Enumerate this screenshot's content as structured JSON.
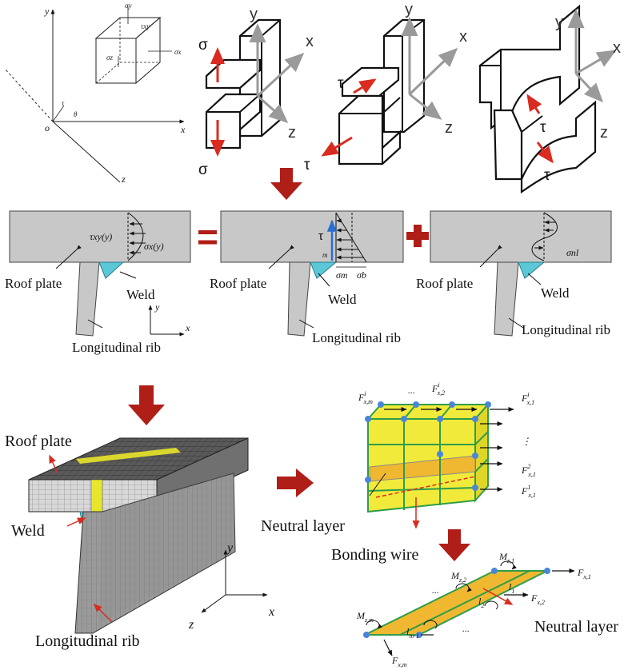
{
  "colors": {
    "plate_gray": "#c8c8c8",
    "weld_cyan": "#5bc8d8",
    "arrow_red": "#d92b1f",
    "big_arrow_red": "#b01e18",
    "axis_gray": "#9a9a9a",
    "mesh_yellow": "#f2ea3a",
    "layer_orange": "#f0b830",
    "mesh_green": "#2f9d4a",
    "node_blue": "#4a86d8"
  },
  "top_row": {
    "coord_axes": {
      "y": "y",
      "x": "x",
      "z": "z",
      "o": "o",
      "tau": "τ",
      "theta": "θ"
    },
    "cube_labels": {
      "sigma_y": "σy",
      "tau_xy": "τxy",
      "sigma_x": "σx",
      "sigma_z": "σz"
    },
    "mode1": {
      "sigma_top": "σ",
      "sigma_bottom": "σ",
      "y": "y",
      "x": "x",
      "z": "z"
    },
    "mode2": {
      "tau_top": "τ",
      "tau_bottom": "τ",
      "y": "y",
      "x": "x",
      "z": "z"
    },
    "mode3": {
      "tau_top": "τ",
      "tau_bottom": "τ",
      "y": "y",
      "x": "x",
      "z": "z"
    }
  },
  "middle_row": {
    "panel1": {
      "roof": "Roof plate",
      "weld": "Weld",
      "rib": "Longitudinal rib",
      "tau_xy": "τxy(y)",
      "sigma_x": "σx(y)",
      "axis_y": "y",
      "axis_x": "x"
    },
    "equals": "=",
    "panel2": {
      "roof": "Roof plate",
      "weld": "Weld",
      "rib": "Longitudinal rib",
      "tau": "τ",
      "m": "m",
      "sigma_m": "σm",
      "sigma_b": "σb"
    },
    "plus": "+",
    "panel3": {
      "roof": "Roof plate",
      "weld": "Weld",
      "rib": "Longitudinal rib",
      "sigma_nl": "σnl"
    }
  },
  "bottom_row": {
    "fe_model": {
      "roof": "Roof plate",
      "weld": "Weld",
      "rib": "Longitudinal rib",
      "axis_y": "y",
      "axis_x": "x",
      "axis_z": "z"
    },
    "block": {
      "neutral_layer": "Neutral layer",
      "bonding_wire": "Bonding wire",
      "f_top_left": "F",
      "f_top_left_sup": "i",
      "f_top_left_sub": "x,m",
      "f_top_mid": "F",
      "f_top_mid_sup": "i",
      "f_top_mid_sub": "x,2",
      "f_right1": "F",
      "f_right1_sup": "i",
      "f_right1_sub": "x,1",
      "f_right2": "F",
      "f_right2_sup": "2",
      "f_right2_sub": "x,1",
      "f_right3": "F",
      "f_right3_sup": "1",
      "f_right3_sub": "x,1",
      "dots_top": "...",
      "dots_right": "⋮"
    },
    "neutral": {
      "label": "Neutral layer",
      "m1": "M",
      "m1_sub": "z,1",
      "m2": "M",
      "m2_sub": "z,2",
      "mm": "M",
      "mm_sub": "z,m",
      "f1": "F",
      "f1_sub": "x,1",
      "f2": "F",
      "f2_sub": "x,2",
      "fm": "F",
      "fm_sub": "x,m",
      "l1": "l",
      "l1_sub": "1",
      "l2": "l",
      "l2_sub": "2",
      "lm": "l",
      "lm_sub": "m-1",
      "dots1": "...",
      "dots2": "..."
    }
  }
}
